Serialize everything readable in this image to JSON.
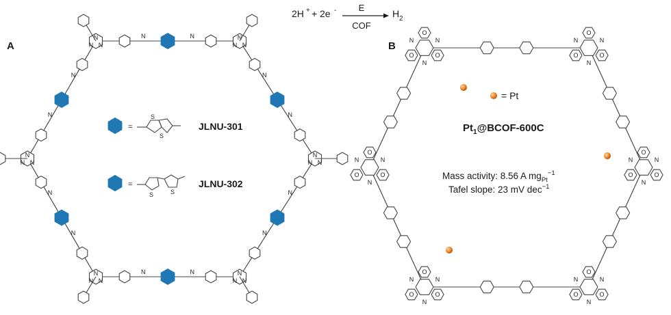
{
  "reaction": {
    "reactants": "2H",
    "charge": "+",
    "plus": "+",
    "electrons": "2e",
    "electron_charge": "-",
    "above_arrow": "E",
    "below_arrow": "COF",
    "product": "H",
    "product_subscript": "2"
  },
  "panel_a": {
    "label": "A",
    "legend": [
      {
        "eq": "=",
        "name": "JLNU-301"
      },
      {
        "eq": "=",
        "name": "JLNU-302"
      }
    ],
    "atoms": {
      "n": "N",
      "s": "S"
    },
    "hex_color": "#1f77b4"
  },
  "panel_b": {
    "label": "B",
    "pt_legend": "= Pt",
    "title_main": "Pt",
    "title_sub": "1",
    "title_rest": "@BCOF-600C",
    "mass_activity_text": "Mass activity: 8.56 A mg",
    "mass_activity_sub": "Pt",
    "mass_activity_sup": "−1",
    "tafel_text": "Tafel slope: 23 mV dec",
    "tafel_sup": "−1",
    "atoms": {
      "o": "O",
      "n": "N"
    },
    "pt_color": "#f08a2c"
  }
}
